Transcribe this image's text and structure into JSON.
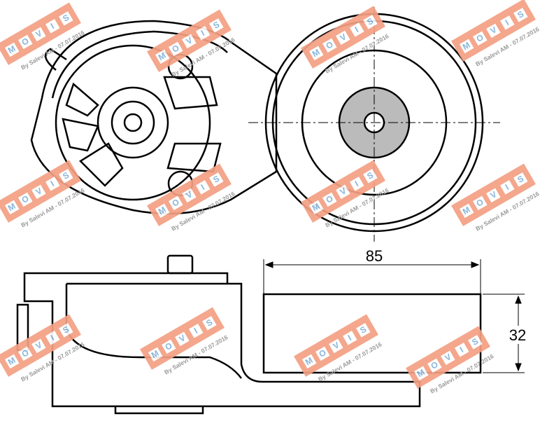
{
  "dimensions": {
    "width_label": "85",
    "height_label": "32"
  },
  "watermark": {
    "brand_letters": [
      "M",
      "O",
      "V",
      "I",
      "S"
    ],
    "caption": "By Salevi AM - 07.07.2016",
    "color": "#f4a083",
    "letter_color": "#7fb0d8"
  }
}
